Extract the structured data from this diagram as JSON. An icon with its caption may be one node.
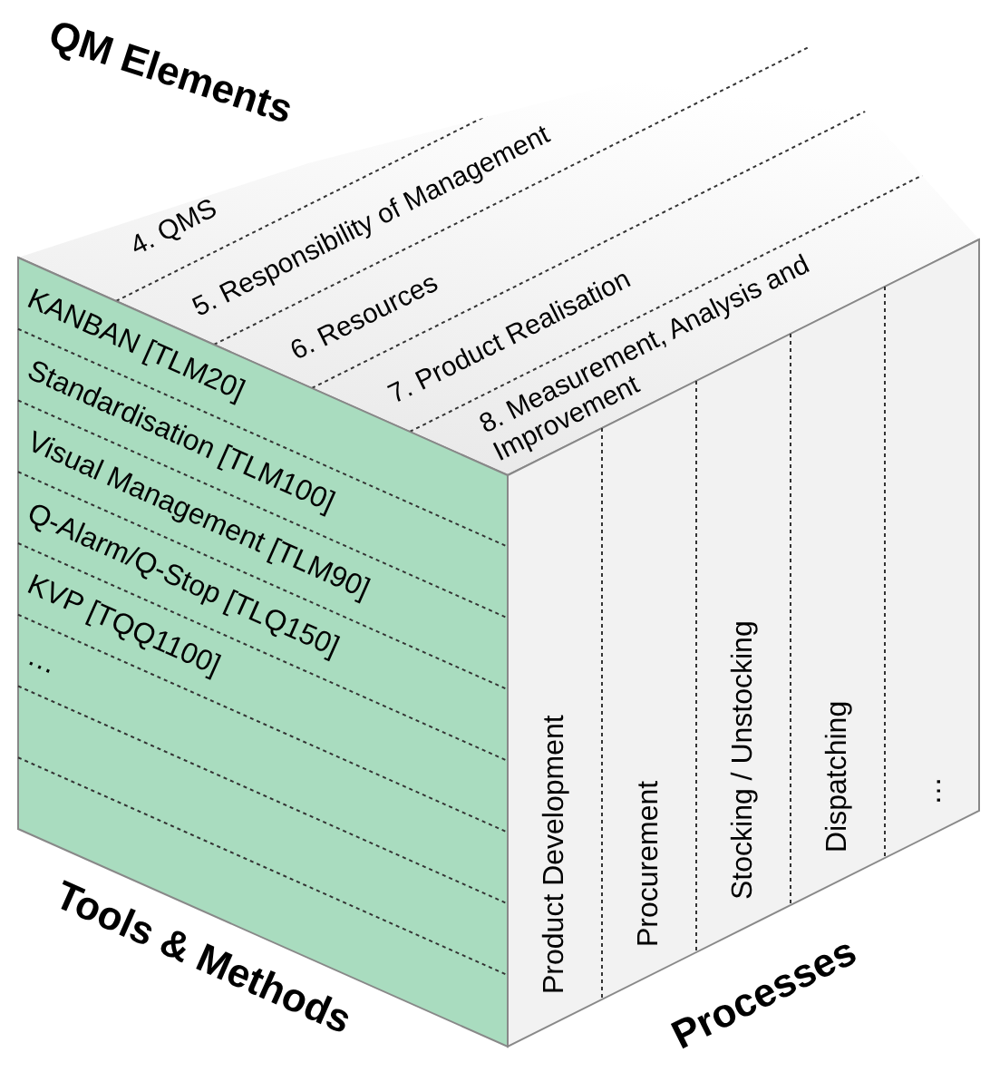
{
  "diagram": {
    "nodes": [
      {
        "text": [
          "QM Elements"
        ]
      },
      {
        "text": [
          "4. QMS"
        ],
        "in": 0
      },
      {
        "text": [
          "5. Responsibility of Management"
        ],
        "in": 0
      },
      {
        "text": [
          "6. Resources"
        ],
        "in": 0
      },
      {
        "text": [
          "7. Product Realisation"
        ],
        "in": 0
      },
      {
        "text": [
          "8. Measurement, Analysis and Improvement"
        ],
        "in": 0
      },
      {
        "text": [
          "Tools & Methods"
        ]
      },
      {
        "text": [
          "KANBAN [TLM20]"
        ],
        "in": 6
      },
      {
        "text": [
          "Standardisation [TLM100]"
        ],
        "in": 6
      },
      {
        "text": [
          "Visual Management [TLM90]"
        ],
        "in": 6
      },
      {
        "text": [
          "Q-Alarm/Q-Stop [TLQ150]"
        ],
        "in": 6
      },
      {
        "text": [
          "KVP [TQQ1100]"
        ],
        "in": 6
      },
      {
        "text": [
          "…"
        ],
        "in": 6
      },
      {
        "text": [
          "Processes"
        ]
      },
      {
        "text": [
          "Product Development"
        ],
        "in": 13
      },
      {
        "text": [
          "Procurement"
        ],
        "in": 13
      },
      {
        "text": [
          "Stocking / Unstocking"
        ],
        "in": 13
      },
      {
        "text": [
          "Dispatching"
        ],
        "in": 13
      },
      {
        "text": [
          "…"
        ],
        "in": 13
      }
    ]
  }
}
